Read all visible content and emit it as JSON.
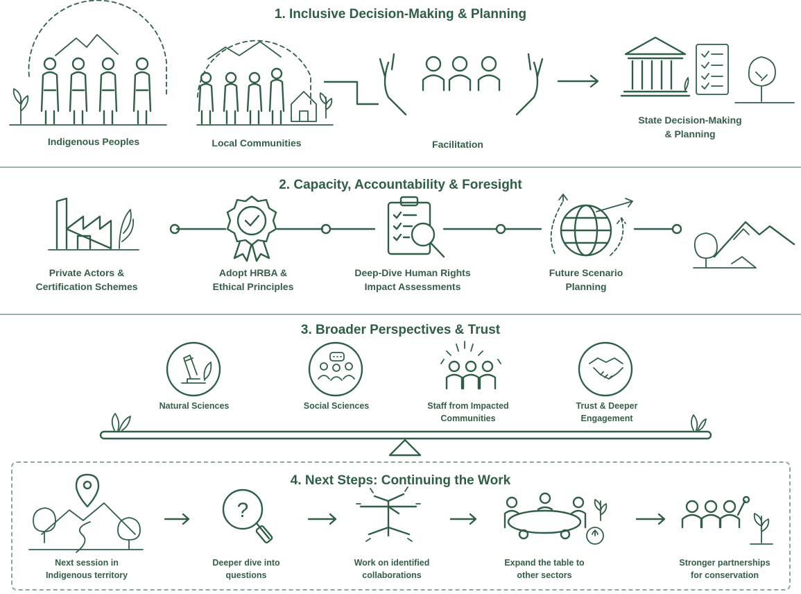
{
  "section1": {
    "title": "1. Inclusive Decision-Making & Planning",
    "indigenous": "Indigenous Peoples",
    "local": "Local Communities",
    "facilitation": "Facilitation",
    "state_line1": "State Decision-Making",
    "state_line2": "& Planning"
  },
  "section2": {
    "title": "2. Capacity, Accountability & Foresight",
    "private_line1": "Private Actors &",
    "private_line2": "Certification Schemes",
    "hrba_line1": "Adopt HRBA &",
    "hrba_line2": "Ethical Principles",
    "deep_line1": "Deep-Dive Human Rights",
    "deep_line2": "Impact Assessments",
    "future_line1": "Future Scenario",
    "future_line2": "Planning"
  },
  "section3": {
    "title": "3. Broader Perspectives & Trust",
    "natural": "Natural Sciences",
    "social": "Social Sciences",
    "staff_line1": "Staff from Impacted",
    "staff_line2": "Communities",
    "trust_line1": "Trust & Deeper",
    "trust_line2": "Engagement"
  },
  "section4": {
    "title": "4. Next Steps: Continuing the Work",
    "s1_line1": "Next session in",
    "s1_line2": "Indigenous territory",
    "s2_line1": "Deeper dive into",
    "s2_line2": "questions",
    "s3_line1": "Work on identified",
    "s3_line2": "collaborations",
    "s4_line1": "Expand the table to",
    "s4_line2": "other sectors",
    "s5_line1": "Stronger partnerships",
    "s5_line2": "for conservation",
    "question_mark": "?"
  },
  "colors": {
    "primary": "#2f5e46",
    "divider": "#9bb3a6",
    "dashed_border": "#8ea698"
  },
  "icons": [
    "people-icon",
    "mountain-icon",
    "hut-icon",
    "hands-icon",
    "government-building-icon",
    "checklist-icon",
    "tree-icon",
    "factory-icon",
    "leaf-icon",
    "award-badge-icon",
    "clipboard-magnifier-icon",
    "globe-icon",
    "microscope-icon",
    "group-chat-icon",
    "handshake-icon",
    "scale-icon",
    "location-pin-icon",
    "question-magnifier-icon",
    "joined-hands-icon",
    "round-table-icon",
    "plant-icon"
  ]
}
